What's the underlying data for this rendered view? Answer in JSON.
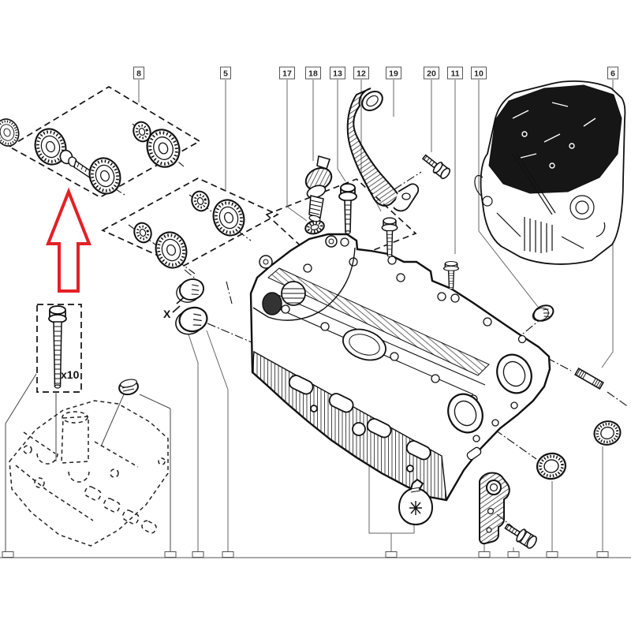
{
  "callouts": [
    {
      "label": "8"
    },
    {
      "label": "5"
    },
    {
      "label": "17"
    },
    {
      "label": "18"
    },
    {
      "label": "13"
    },
    {
      "label": "12"
    },
    {
      "label": "19"
    },
    {
      "label": "20"
    },
    {
      "label": "11"
    },
    {
      "label": "10"
    },
    {
      "label": "6"
    }
  ],
  "annotations": {
    "bolt_quantity_label": "x10",
    "plug_position_label": "X"
  },
  "colors": {
    "arrow_red": "#e32025",
    "line_black": "#111111",
    "leader_gray": "#666666",
    "background": "#ffffff"
  }
}
